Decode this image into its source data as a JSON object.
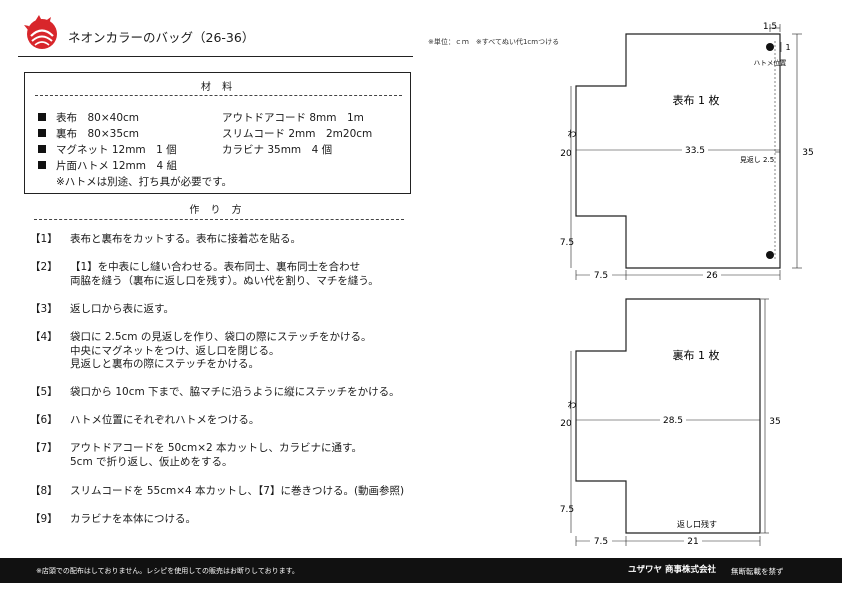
{
  "header": {
    "title": "ネオンカラーのバッグ（26-36）",
    "unit_note": "※単位：ｃｍ　※すべてぬい代1cmつける"
  },
  "materials": {
    "heading": "材 料",
    "left": [
      "表布　80×40cm",
      "裏布　80×35cm",
      "マグネット 12mm　1 個",
      "片面ハトメ 12mm　4 組"
    ],
    "right": [
      "アウトドアコード 8mm　1m",
      "スリムコード 2mm　2m20cm",
      "カラビナ 35mm　4 個"
    ],
    "note": "※ハトメは別途、打ち具が必要です。"
  },
  "howto": {
    "heading": "作 り 方",
    "steps": [
      {
        "num": "【1】",
        "lines": [
          "表布と裏布をカットする。表布に接着芯を貼る。"
        ]
      },
      {
        "num": "【2】",
        "lines": [
          "【1】を中表にし縫い合わせる。表布同士、裏布同士を合わせ",
          "両脇を縫う（裏布に返し口を残す）。ぬい代を割り、マチを縫う。"
        ]
      },
      {
        "num": "【3】",
        "lines": [
          "返し口から表に返す。"
        ]
      },
      {
        "num": "【4】",
        "lines": [
          "袋口に 2.5cm の見返しを作り、袋口の際にステッチをかける。",
          "中央にマグネットをつけ、返し口を閉じる。",
          "見返しと裏布の際にステッチをかける。"
        ]
      },
      {
        "num": "【5】",
        "lines": [
          "袋口から 10cm 下まで、脇マチに沿うように縦にステッチをかける。"
        ]
      },
      {
        "num": "【6】",
        "lines": [
          "ハトメ位置にそれぞれハトメをつける。"
        ]
      },
      {
        "num": "【7】",
        "lines": [
          "アウトドアコードを 50cm×2 本カットし、カラビナに通す。",
          "5cm で折り返し、仮止めをする。"
        ]
      },
      {
        "num": "【8】",
        "lines": [
          "スリムコードを 55cm×4 本カットし、【7】に巻きつける。(動画参照)"
        ]
      },
      {
        "num": "【9】",
        "lines": [
          "カラビナを本体につける。"
        ]
      }
    ]
  },
  "pattern_outer": {
    "title": "表布 1 枚",
    "fold": "わ",
    "dim_top": "1.5",
    "dim_grommet_small": "1",
    "grommet_label": "ハトメ位置",
    "dim_left": "20",
    "dim_width": "33.5",
    "facing_label": "見返し 2.5",
    "dim_height": "35",
    "dim_bottom_left": "7.5",
    "dim_notch_width": "7.5",
    "dim_body_width": "26"
  },
  "pattern_lining": {
    "title": "裏布 1 枚",
    "fold": "わ",
    "dim_left": "20",
    "dim_width": "28.5",
    "dim_height": "35",
    "dim_bottom_left": "7.5",
    "opening_label": "返し口残す",
    "dim_notch_width": "7.5",
    "dim_body_width": "21"
  },
  "footer": {
    "note": "※店頭での配布はしておりません。レシピを使用しての販売はお断りしております。",
    "brand": "ユザワヤ 商事株式会社",
    "reprint": "無断転載を禁ず"
  },
  "colors": {
    "logo_red": "#d8262b",
    "footer_bg": "#111111"
  }
}
